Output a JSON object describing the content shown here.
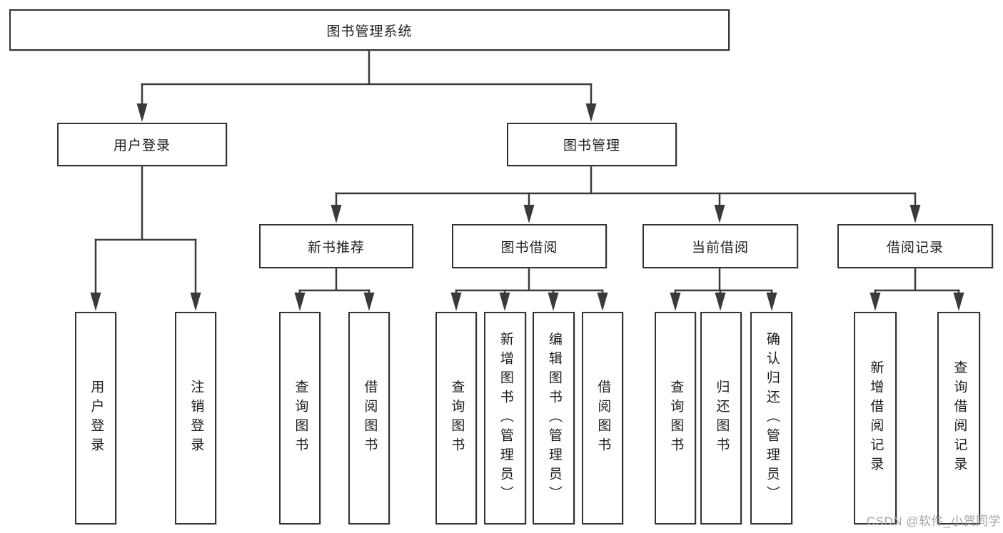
{
  "diagram": {
    "type": "hierarchy-diagram",
    "colors": {
      "background": "#ffffff",
      "box_border": "#333333",
      "box_fill": "#ffffff",
      "line": "#3a3a3a",
      "text": "#1d1d1d",
      "watermark": "#a6a6a6"
    },
    "tree": {
      "root": {
        "label": "图书管理系统"
      },
      "branches": [
        {
          "label": "用户登录",
          "leaves": [
            "用户登录",
            "注销登录"
          ]
        },
        {
          "label": "图书管理",
          "groups": [
            {
              "label": "新书推荐",
              "leaves": [
                "查询图书",
                "借阅图书"
              ]
            },
            {
              "label": "图书借阅",
              "leaves": [
                "查询图书",
                "新增图书（管理员）",
                "编辑图书（管理员）",
                "借阅图书"
              ]
            },
            {
              "label": "当前借阅",
              "leaves": [
                "查询图书",
                "归还图书",
                "确认归还（管理员）"
              ]
            },
            {
              "label": "借阅记录",
              "leaves": [
                "新增借阅记录",
                "查询借阅记录"
              ]
            }
          ]
        }
      ]
    },
    "watermark": "CSDN @软件_小贺同学"
  }
}
